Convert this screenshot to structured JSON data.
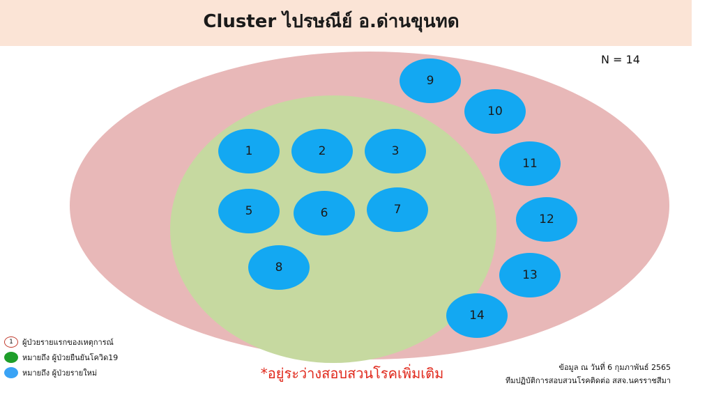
{
  "title": "Cluster ไปรษณีย์ อ.ด่านขุนทด",
  "count_label": "N = 14",
  "cases": [
    {
      "label": "1",
      "group": "confirmed"
    },
    {
      "label": "2",
      "group": "confirmed"
    },
    {
      "label": "3",
      "group": "confirmed"
    },
    {
      "label": "5",
      "group": "confirmed"
    },
    {
      "label": "6",
      "group": "confirmed"
    },
    {
      "label": "7",
      "group": "confirmed"
    },
    {
      "label": "8",
      "group": "confirmed"
    },
    {
      "label": "9",
      "group": "outer"
    },
    {
      "label": "10",
      "group": "outer"
    },
    {
      "label": "11",
      "group": "outer"
    },
    {
      "label": "12",
      "group": "outer"
    },
    {
      "label": "13",
      "group": "outer"
    },
    {
      "label": "14",
      "group": "outer"
    }
  ],
  "legend": {
    "first_case_marker": "1",
    "first_case": "ผู้ป่วยรายแรกของเหตุการณ์",
    "confirmed": "หมายถึง ผู้ป่วยยืนยันโควิด19",
    "new_case": "หมายถึง ผู้ป่วยรายใหม่"
  },
  "note": "*อยู่ระว่างสอบสวนโรคเพิ่มเติม",
  "source": {
    "line1": "ข้อมูล ณ วันที่ 6 กุมภาพันธ์ 2565",
    "line2": "ทีมปฏิบัติการสอบสวนโรคติดต่อ สสจ.นครราชสีมา"
  },
  "colors": {
    "title_band": "#fbe4d6",
    "outer_ellipse": "#e8b8b8",
    "inner_ellipse": "#c6d9a0",
    "case_fill": "#13a8f2",
    "legend_confirmed": "#1e9e2a",
    "legend_new": "#3aa3f5",
    "note_text": "#e0281b"
  }
}
